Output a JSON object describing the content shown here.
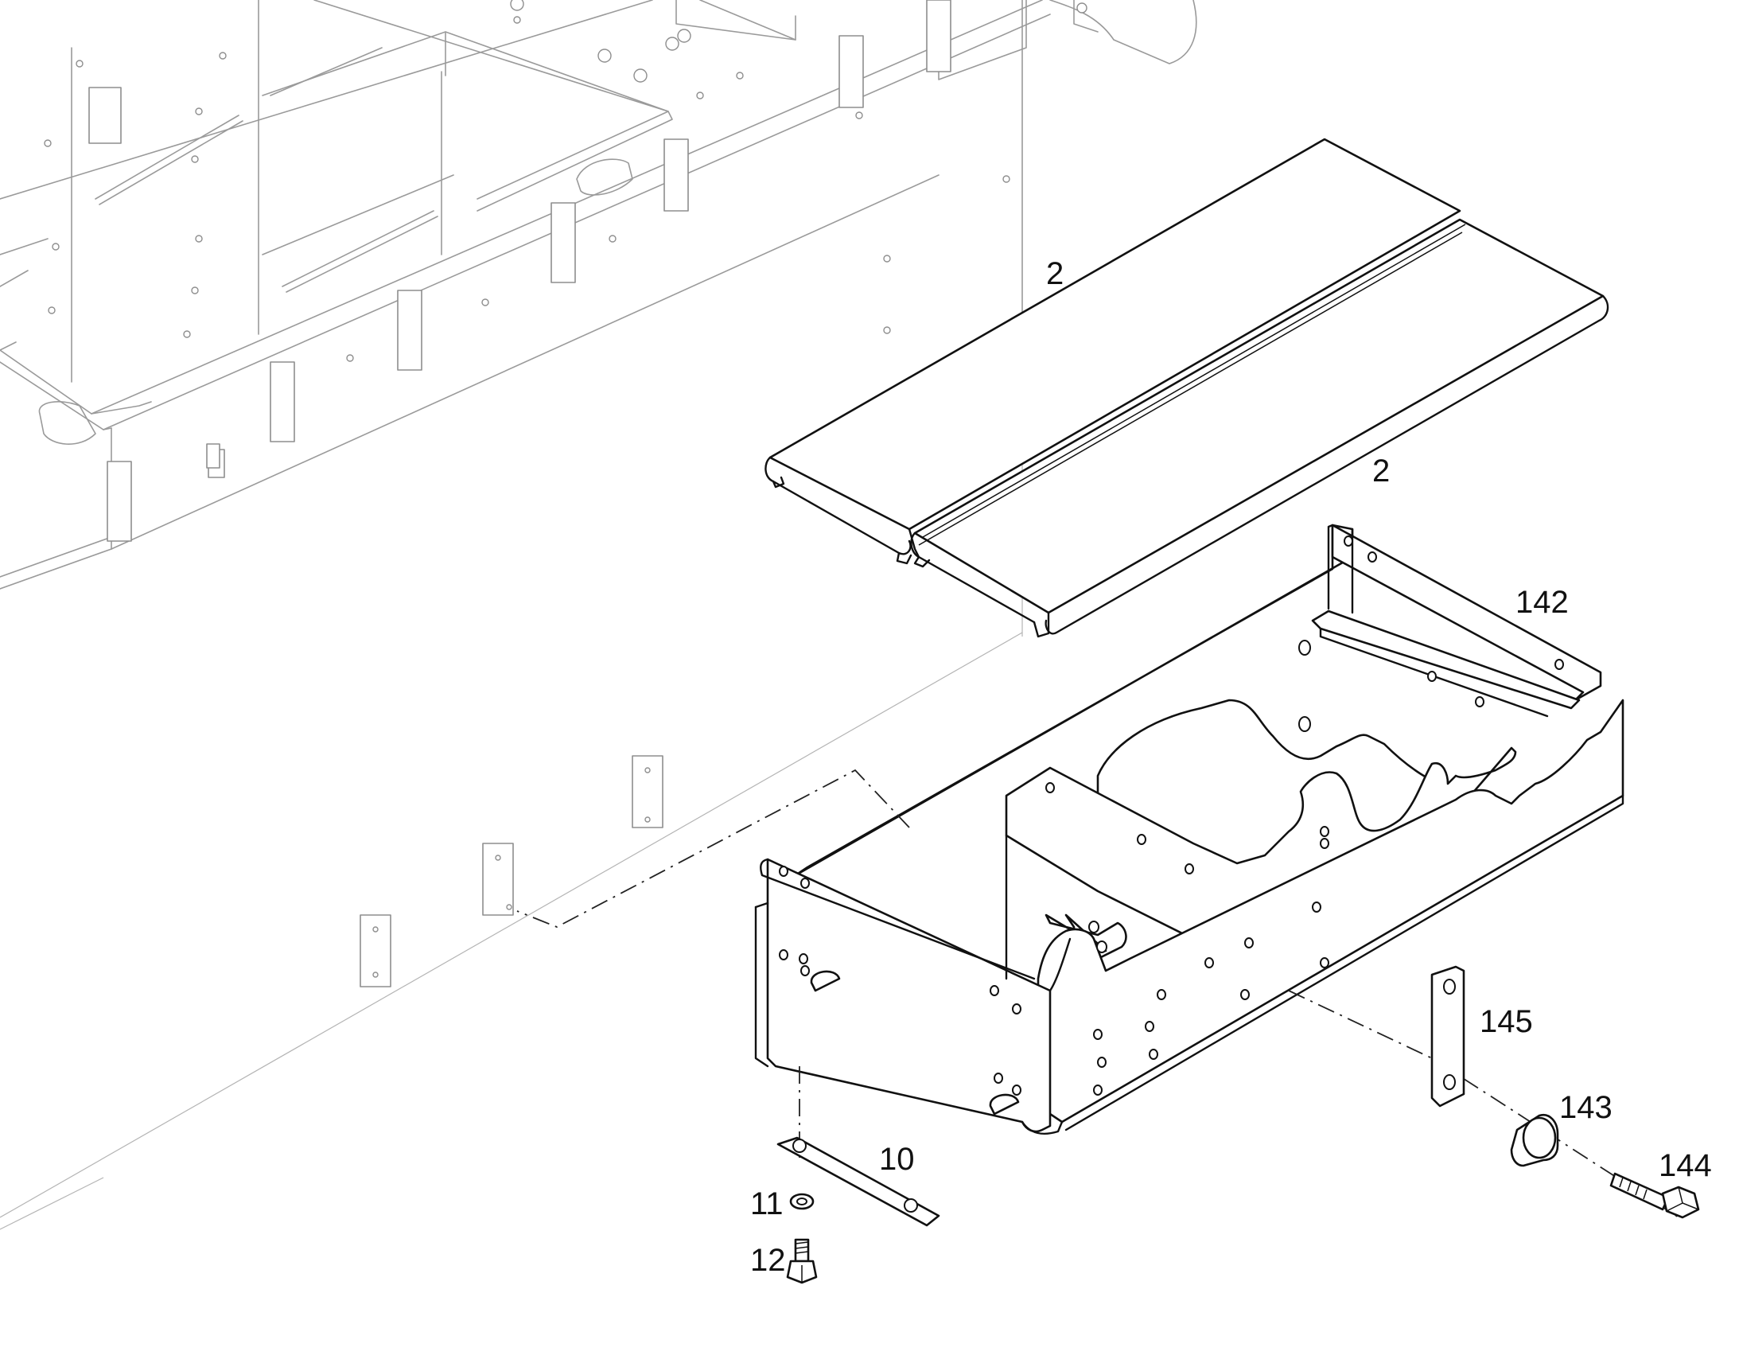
{
  "title": "",
  "callouts": {
    "c2a": "2",
    "c2b": "2",
    "c142": "142",
    "c145": "145",
    "c143": "143",
    "c144": "144",
    "c10": "10",
    "c11": "11",
    "c12": "12"
  },
  "colors": {
    "line": "#111111",
    "ghost": "#9a9a9a",
    "background": "#ffffff"
  }
}
